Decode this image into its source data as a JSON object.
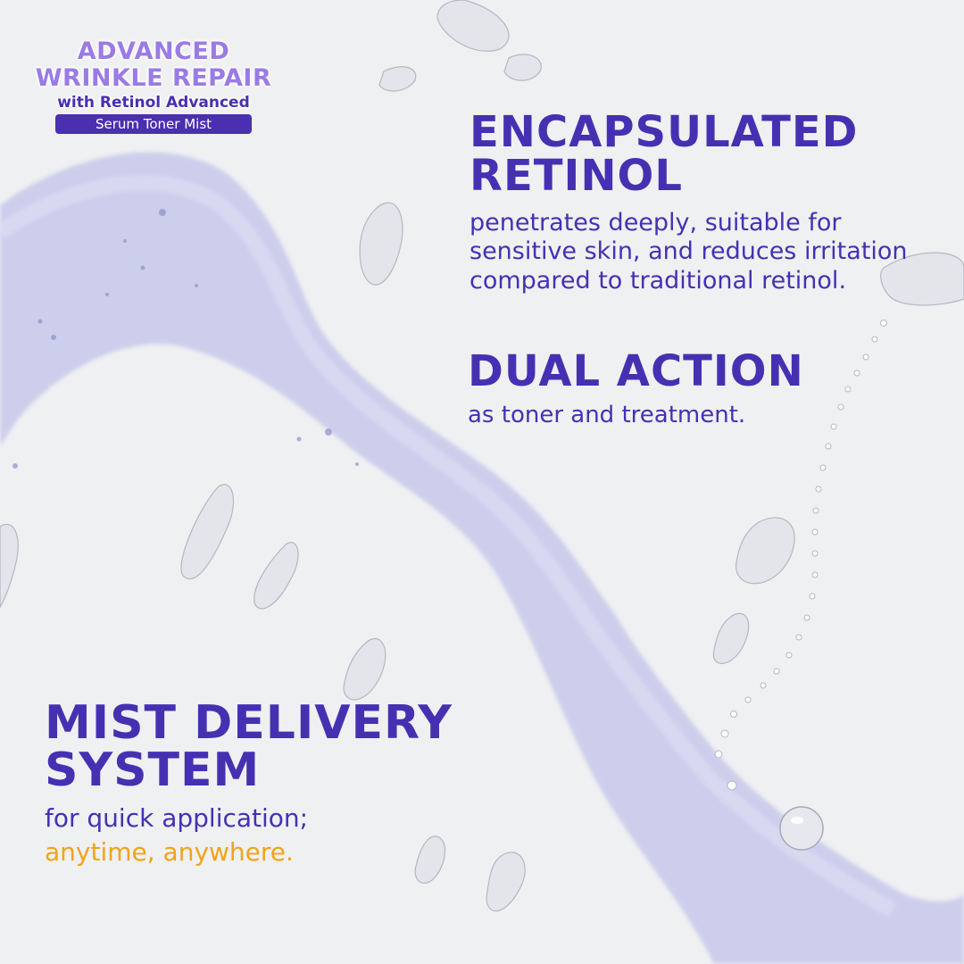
{
  "brand": {
    "line1": "ADVANCED",
    "line2": "WRINKLE REPAIR",
    "line3": "with Retinol Advanced",
    "pill": "Serum Toner Mist"
  },
  "features": {
    "encapsulated": {
      "title": "ENCAPSULATED RETINOL",
      "body": "penetrates deeply, suitable for sensitive skin, and reduces irritation compared to traditional retinol."
    },
    "dual_action": {
      "title": "DUAL ACTION",
      "body": "as toner and treatment."
    },
    "mist_delivery": {
      "title": "MIST DELIVERY SYSTEM",
      "body": "for quick application;",
      "highlight": "anytime, anywhere."
    }
  },
  "colors": {
    "heading": "#4630b2",
    "accent": "#f0a417",
    "logo_light": "#9a7be6",
    "background": "#eff0f2",
    "serum": "#c6c8ea"
  }
}
